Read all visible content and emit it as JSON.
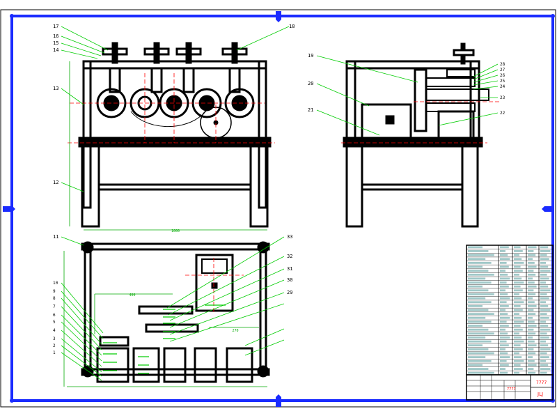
{
  "colors": {
    "paper": "#ffffff",
    "frame": "#1a2bff",
    "geometry": "#000000",
    "leader": "#00cc00",
    "centerline": "#ff0000",
    "dimension": "#00aa00",
    "handle_tint": "#a0c8c8"
  },
  "drawing": {
    "views": [
      "front-view",
      "side-view",
      "top-view"
    ],
    "front_view": {
      "callouts": [
        "17",
        "16",
        "15",
        "14",
        "13",
        "12",
        "18"
      ],
      "width_dimension": "1000"
    },
    "side_view": {
      "callouts": [
        "19",
        "20",
        "21",
        "22",
        "23",
        "24",
        "25",
        "26",
        "27",
        "28"
      ]
    },
    "top_view": {
      "callouts": [
        "11",
        "10",
        "9",
        "8",
        "7",
        "6",
        "5",
        "4",
        "3",
        "2",
        "1",
        "33",
        "32",
        "31",
        "30",
        "29"
      ],
      "dimensions": [
        "400",
        "270"
      ]
    }
  },
  "title_block": {
    "code": "7777",
    "code_small": "7777",
    "sheet_mark": "JLJ"
  }
}
